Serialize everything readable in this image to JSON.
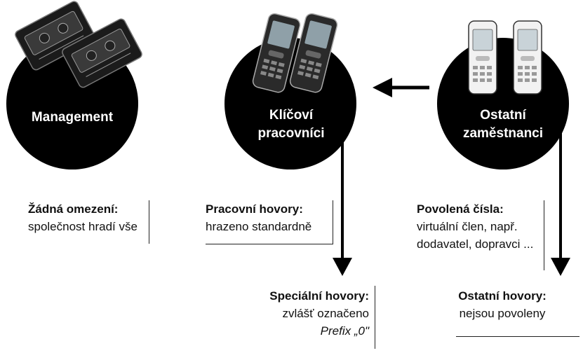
{
  "groups": [
    {
      "label_line1": "Management",
      "label_line2": ""
    },
    {
      "label_line1": "Klíčoví",
      "label_line2": "pracovníci"
    },
    {
      "label_line1": "Ostatní",
      "label_line2": "zaměstnanci"
    }
  ],
  "rules": [
    {
      "title": "Žádná omezení:",
      "line1": "společnost hradí vše"
    },
    {
      "title": "Pracovní hovory:",
      "line1": "hrazeno standardně"
    },
    {
      "title": "Povolená čísla:",
      "line1": "virtuální člen, např.",
      "line2": "dodavatel, dopravci ..."
    },
    {
      "title": "Speciální hovory:",
      "line1": "zvlášť označeno",
      "line2": "Prefix „0\""
    },
    {
      "title": "Ostatní hovory:",
      "line1": "nejsou povoleny"
    }
  ],
  "icons": [
    "pager-icon",
    "pager-icon",
    "mobile-phone-icon",
    "mobile-phone-icon",
    "mobile-phone-icon",
    "mobile-phone-icon"
  ]
}
